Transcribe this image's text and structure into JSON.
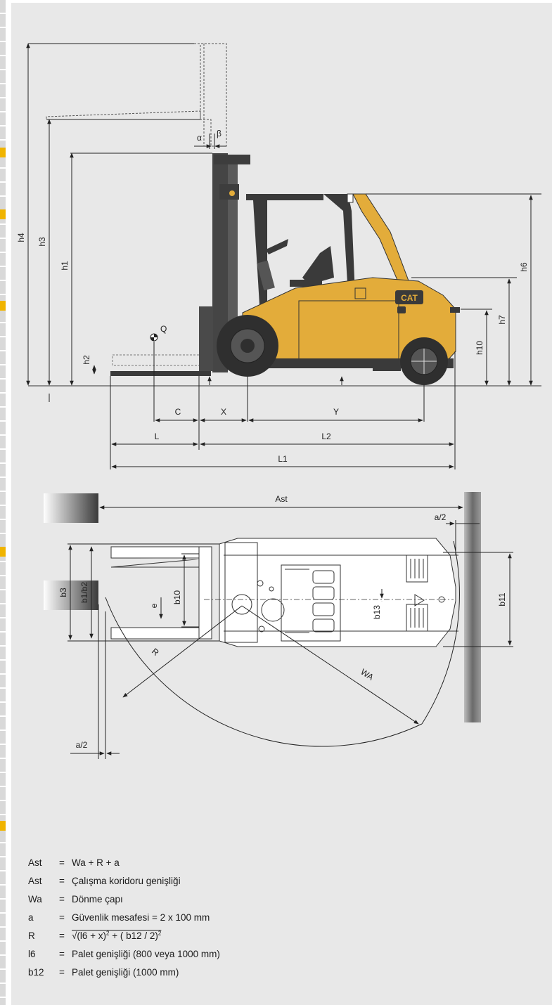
{
  "diagram": {
    "side_labels": {
      "h4": "h4",
      "h3": "h3",
      "h1": "h1",
      "h2": "h2",
      "h6": "h6",
      "h7": "h7",
      "h10": "h10",
      "alpha": "α",
      "beta": "β",
      "Q": "Q",
      "C": "C",
      "X": "X",
      "Y": "Y",
      "L": "L",
      "L2": "L2",
      "L1": "L1"
    },
    "top_labels": {
      "Ast": "Ast",
      "a2_top": "a/2",
      "a2_bottom": "a/2",
      "b3": "b3",
      "b1b2": "b1/b2",
      "b10": "b10",
      "e": "e",
      "b13": "b13",
      "b11": "b11",
      "R": "R",
      "WA": "WA"
    },
    "logo_text": "CAT",
    "colors": {
      "body": "#e3ac3a",
      "mast": "#4a4a4a",
      "panel": "#e8e8e8",
      "accent": "#f0b400"
    }
  },
  "legend": [
    {
      "symbol": "Ast",
      "definition": "Wa + R + a"
    },
    {
      "symbol": "Ast",
      "definition": "Çalışma koridoru genişliği"
    },
    {
      "symbol": "Wa",
      "definition": "Dönme çapı"
    },
    {
      "symbol": "a",
      "definition": "Güvenlik mesafesi = 2 x 100 mm"
    },
    {
      "symbol": "R",
      "formula_main": "√(l6 + x)",
      "formula_mid": " + ( b12 / 2)",
      "exponent": "2"
    },
    {
      "symbol": "l6",
      "definition": "Palet genişliği (800 veya 1000 mm)"
    },
    {
      "symbol": "b12",
      "definition": "Palet genişliği (1000 mm)"
    }
  ]
}
